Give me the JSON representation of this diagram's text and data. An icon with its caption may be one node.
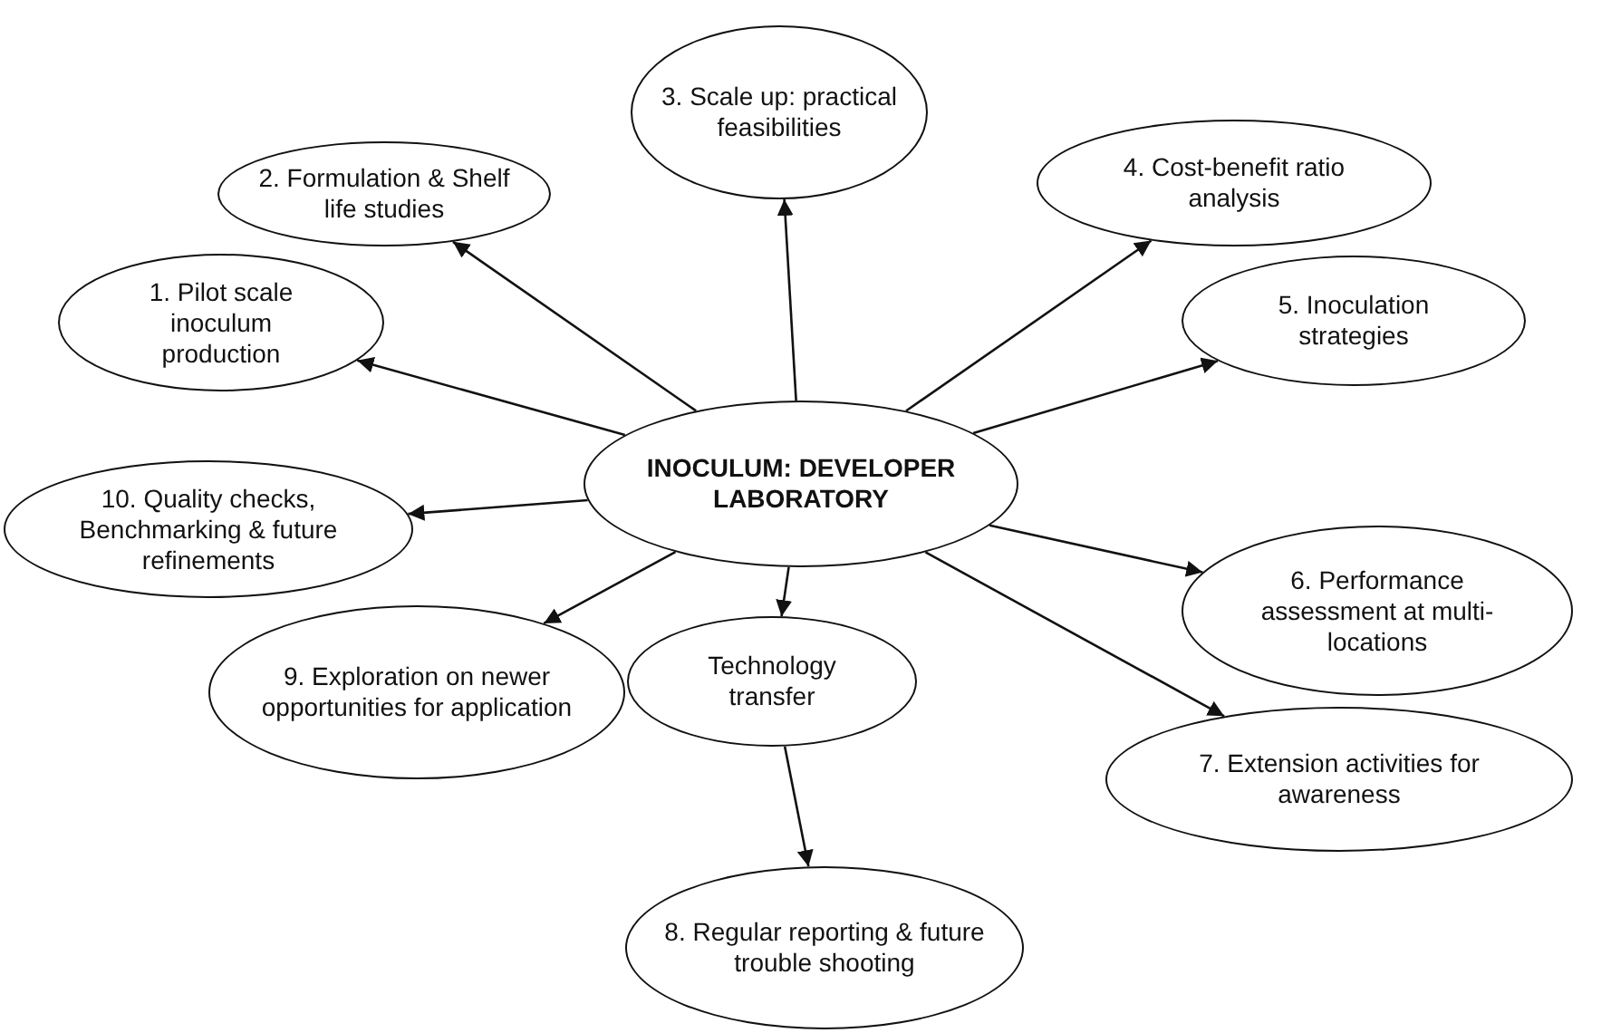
{
  "diagram": {
    "nodes": [
      {
        "text": [
          "INOCULUM: DEVELOPER LABORATORY"
        ]
      },
      {
        "text": [
          "1. Pilot scale inoculum production"
        ]
      },
      {
        "text": [
          "2. Formulation & Shelf life studies"
        ]
      },
      {
        "text": [
          "3. Scale up: practical feasibilities"
        ]
      },
      {
        "text": [
          "4. Cost-benefit ratio analysis"
        ]
      },
      {
        "text": [
          "5. Inoculation strategies"
        ]
      },
      {
        "text": [
          "6. Performance assessment at multi-locations"
        ]
      },
      {
        "text": [
          "7. Extension activities for awareness"
        ]
      },
      {
        "text": [
          "8. Regular reporting & future trouble shooting"
        ]
      },
      {
        "text": [
          "9. Exploration on newer opportunities for application"
        ]
      },
      {
        "text": [
          "10. Quality checks, Benchmarking & future refinements"
        ]
      },
      {
        "text": [
          "Technology transfer"
        ]
      }
    ],
    "edges": [
      {
        "from": 0,
        "to": 1,
        "arrow": "to"
      },
      {
        "from": 0,
        "to": 2,
        "arrow": "to"
      },
      {
        "from": 0,
        "to": 3,
        "arrow": "to"
      },
      {
        "from": 0,
        "to": 4,
        "arrow": "to"
      },
      {
        "from": 0,
        "to": 5,
        "arrow": "to"
      },
      {
        "from": 0,
        "to": 6,
        "arrow": "to"
      },
      {
        "from": 0,
        "to": 7,
        "arrow": "to"
      },
      {
        "from": 0,
        "to": 11,
        "arrow": "to"
      },
      {
        "from": 11,
        "to": 8,
        "arrow": "to"
      },
      {
        "from": 0,
        "to": 9,
        "arrow": "to"
      },
      {
        "from": 0,
        "to": 10,
        "arrow": "to"
      }
    ]
  }
}
